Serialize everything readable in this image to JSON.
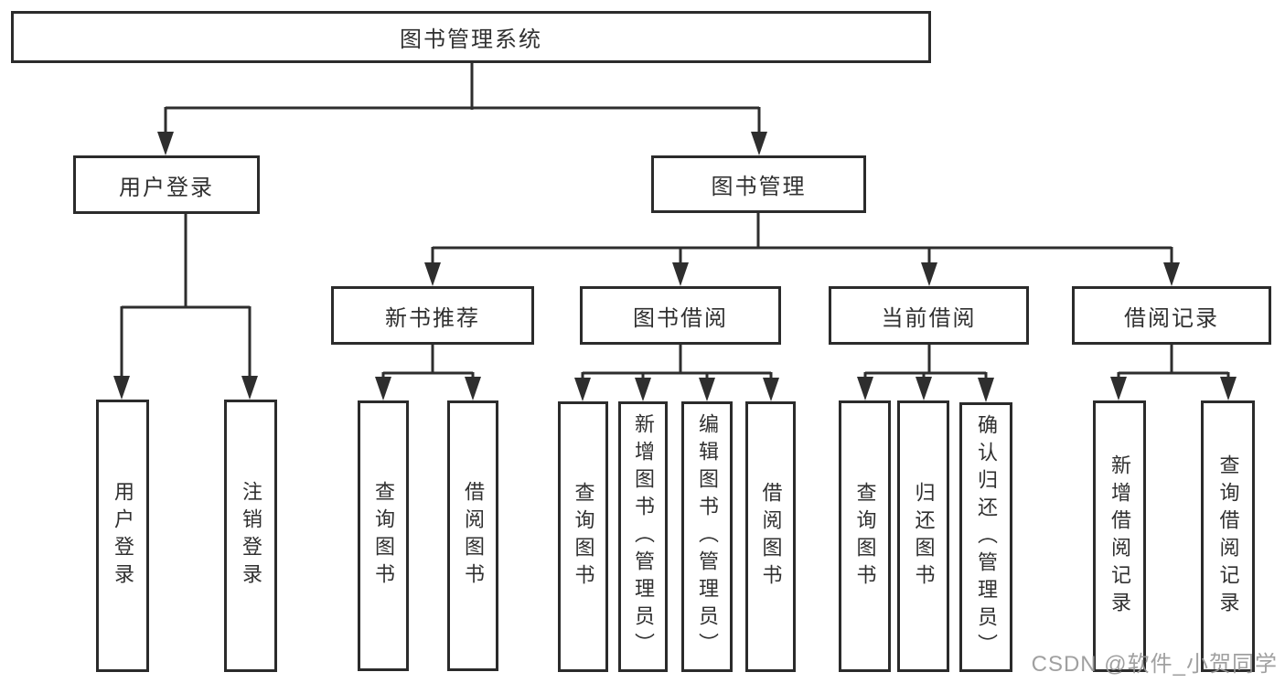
{
  "tree": {
    "root": "图书管理系统",
    "level2": [
      {
        "label": "用户登录",
        "leaves": [
          "用户登录",
          "注销登录"
        ]
      },
      {
        "label": "图书管理"
      }
    ],
    "level3": [
      {
        "label": "新书推荐",
        "leaves": [
          "查询图书",
          "借阅图书"
        ]
      },
      {
        "label": "图书借阅",
        "leaves": [
          "查询图书",
          "新增图书（管理员）",
          "编辑图书（管理员）",
          "借阅图书"
        ]
      },
      {
        "label": "当前借阅",
        "leaves": [
          "查询图书",
          "归还图书",
          "确认归还（管理员）"
        ]
      },
      {
        "label": "借阅记录",
        "leaves": [
          "新增借阅记录",
          "查询借阅记录"
        ]
      }
    ]
  },
  "watermark": {
    "text": "CSDN @软件_小贺同学"
  },
  "colors": {
    "line": "#2e2e2e",
    "text": "#303030",
    "background": "#ffffff",
    "watermark": "#969696"
  }
}
